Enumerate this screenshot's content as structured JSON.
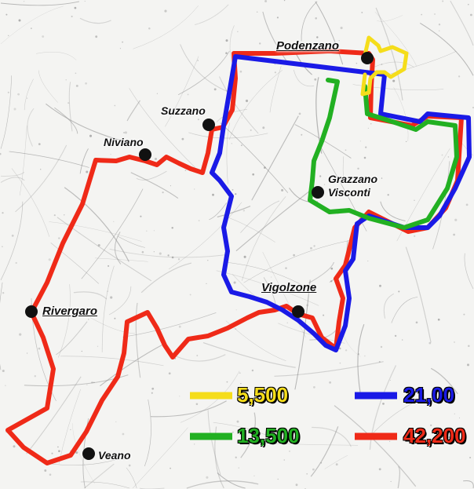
{
  "map": {
    "background": "#f4f4f2",
    "base_line_color": "#8a8a8a",
    "places": [
      {
        "id": "podenzano",
        "label": "Podenzano",
        "underlined": true
      },
      {
        "id": "suzzano",
        "label": "Suzzano",
        "underlined": false
      },
      {
        "id": "niviano",
        "label": "Niviano",
        "underlined": false
      },
      {
        "id": "grazzano",
        "label": "Grazzano\nVisconti",
        "underlined": false
      },
      {
        "id": "vigolzone",
        "label": "Vigolzone",
        "underlined": true
      },
      {
        "id": "rivergaro",
        "label": "Rivergaro",
        "underlined": true
      },
      {
        "id": "veano",
        "label": "Veano",
        "underlined": false
      }
    ],
    "routes": [
      {
        "id": "yellow",
        "color": "#f5dd1b",
        "legend_value": "5,500"
      },
      {
        "id": "blue",
        "color": "#1a1ae6",
        "legend_value": "21,00"
      },
      {
        "id": "green",
        "color": "#22b022",
        "legend_value": "13,500"
      },
      {
        "id": "red",
        "color": "#ef2a18",
        "legend_value": "42,200"
      }
    ]
  }
}
